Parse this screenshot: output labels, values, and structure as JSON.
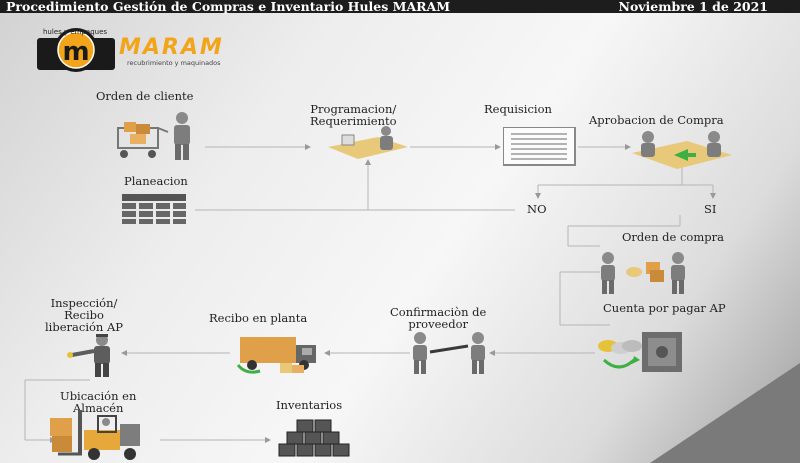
{
  "header": {
    "title": "Procedimiento Gestión de Compras e Inventario Hules MARAM",
    "date": "Noviembre 1 de 2021"
  },
  "logo": {
    "arc_text": "hules y empaques",
    "brand": "MARAM",
    "tagline": "recubrimiento y maquinados",
    "letter": "m"
  },
  "steps": {
    "orden_cliente": "Orden de cliente",
    "programacion": [
      "Programacion/",
      "Requerimiento"
    ],
    "requisicion": "Requisicion",
    "aprobacion": "Aprobacion de Compra",
    "planeacion": "Planeacion",
    "no": "NO",
    "si": "SI",
    "orden_compra": "Orden de compra",
    "cuenta_pagar": "Cuenta por pagar AP",
    "confirmacion": [
      "Confirmaciòn de",
      "proveedor"
    ],
    "recibo_planta": "Recibo en planta",
    "inspeccion": [
      "Inspección/",
      "Recibo",
      "liberación AP"
    ],
    "ubicacion": [
      "Ubicación en",
      "Almacén"
    ],
    "inventarios": "Inventarios"
  }
}
